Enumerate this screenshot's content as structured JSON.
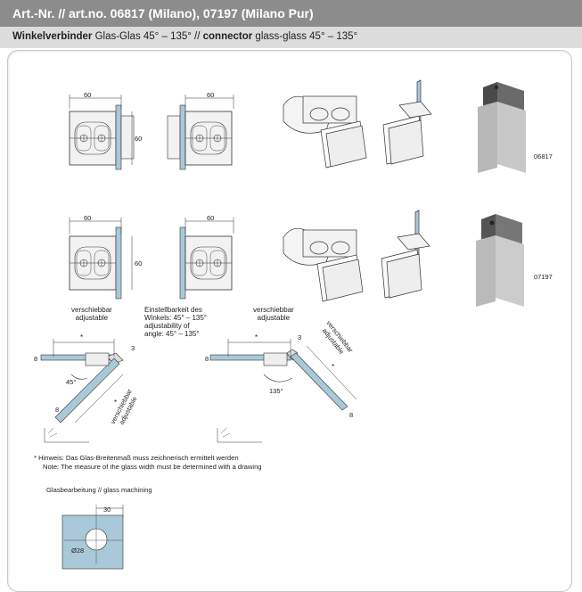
{
  "header": {
    "title": "Art.-Nr. // art.no. 06817 (Milano), 07197 (Milano Pur)"
  },
  "subtitle": {
    "de_bold": "Winkelverbinder",
    "de_rest": " Glas-Glas 45° – 135° // ",
    "en_bold": "connector",
    "en_rest": " glass-glass 45° – 135°"
  },
  "dimensions": {
    "width_60": "60",
    "height_60": "60",
    "glass_8": "8",
    "glass_3": "3",
    "hole_30": "30",
    "hole_d28": "Ø28",
    "star": "*"
  },
  "article_codes": {
    "milano": "06817",
    "milano_pur": "07197"
  },
  "labels": {
    "adjustable_de": "verschiebbar",
    "adjustable_en": "adjustable",
    "angle_de_1": "Einstellbarkeit des",
    "angle_de_2": "Winkels: 45° – 135°",
    "angle_en_1": "adjustability of",
    "angle_en_2": "angle: 45° – 135°",
    "angle_45": "45°",
    "angle_135": "135°"
  },
  "notes": {
    "de": "*  Hinweis: Das Glas-Breitenmaß muss zeichnerisch ermittelt werden",
    "en": "Note: The measure of the glass width must be determined with a drawing"
  },
  "glass_machining": {
    "title": "Glasbearbeitung // glass machining"
  }
}
